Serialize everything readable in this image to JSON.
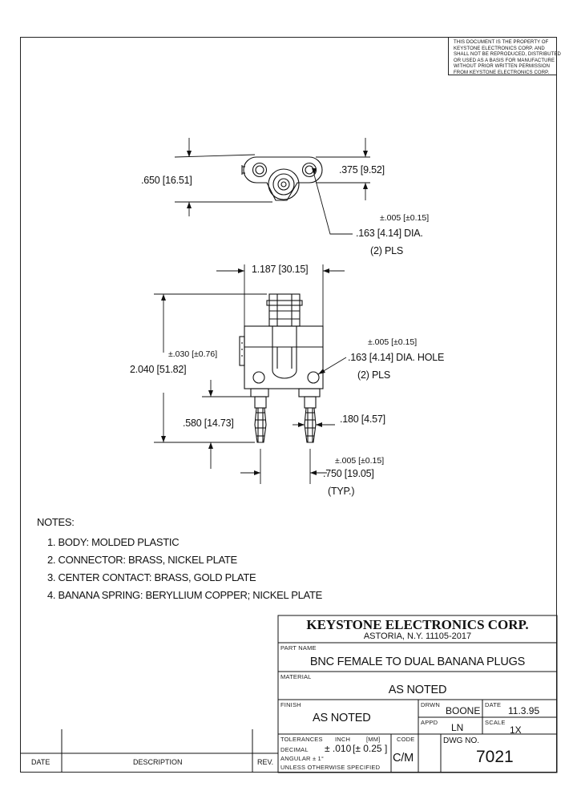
{
  "proprietary_notice": [
    "THIS DOCUMENT IS THE PROPERTY OF",
    "KEYSTONE ELECTRONICS CORP. AND",
    "SHALL NOT BE REPRODUCED, DISTRIBUTED",
    "OR USED AS A BASIS FOR MANUFACTURE",
    "WITHOUT PRIOR WRITTEN PERMISSION",
    "FROM KEYSTONE ELECTRONICS CORP."
  ],
  "top_view": {
    "height_dim": ".650 [16.51]",
    "width_dim": ".375  [9.52]",
    "hole_tol": "±.005 [±0.15]",
    "hole_dim": ".163 [4.14] DIA.",
    "hole_qty": "(2) PLS"
  },
  "front_view": {
    "width_dim": "1.187  [30.15]",
    "height_tol": "±.030 [±0.76]",
    "height_dim": "2.040  [51.82]",
    "plug_len_dim": ".580 [14.73]",
    "hole_tol": "±.005 [±0.15]",
    "hole_dim": ".163 [4.14] DIA. HOLE",
    "hole_qty": "(2) PLS",
    "pin_dia_dim": ".180  [4.57]",
    "spacing_tol": "±.005 [±0.15]",
    "spacing_dim": ".750  [19.05]",
    "spacing_typ": "(TYP.)"
  },
  "notes": {
    "title": "NOTES:",
    "items": [
      "1. BODY: MOLDED PLASTIC",
      "2. CONNECTOR: BRASS, NICKEL PLATE",
      "3. CENTER CONTACT: BRASS, GOLD PLATE",
      "4. BANANA SPRING: BERYLLIUM COPPER; NICKEL PLATE"
    ]
  },
  "title_block": {
    "company": "KEYSTONE ELECTRONICS CORP.",
    "address": "ASTORIA, N.Y. 11105-2017",
    "part_name_label": "PART NAME",
    "part_name": "BNC FEMALE TO DUAL BANANA PLUGS",
    "material_label": "MATERIAL",
    "material": "AS NOTED",
    "finish_label": "FINISH",
    "finish": "AS NOTED",
    "drawn_label": "DRWN",
    "drawn_by": "BOONE",
    "date_label": "DATE",
    "date": "11.3.95",
    "approved_label": "APPD",
    "approved_by": "LN",
    "scale_label": "SCALE",
    "scale": "1X",
    "tolerances_label": "TOLERANCES",
    "inch_label": "INCH",
    "mm_label": "[MM]",
    "decimal_label": "DECIMAL",
    "decimal_tol": "± .010",
    "decimal_tol_mm": "[± 0.25 ]",
    "angular_label": "ANGULAR  ±  1°",
    "unless_note": "UNLESS OTHERWISE SPECIFIED",
    "code_label": "CODE",
    "code": "C/M",
    "dwg_no_label": "DWG NO.",
    "dwg_no": "7021"
  },
  "revision_block": {
    "date_label": "DATE",
    "description_label": "DESCRIPTION",
    "rev_label": "REV."
  }
}
